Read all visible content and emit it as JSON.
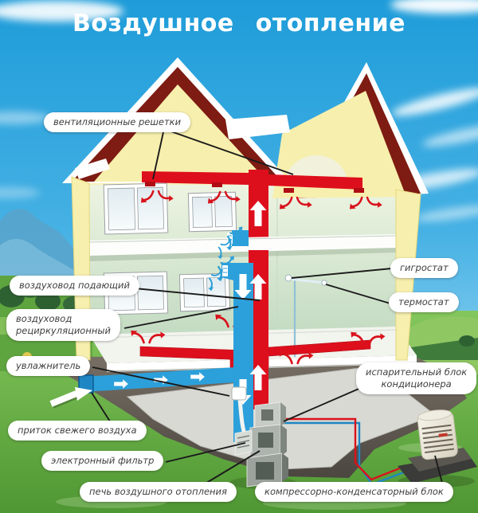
{
  "title": "Воздушное отопление",
  "labels": {
    "vent_grilles": "вентиляционные решетки",
    "supply_duct": "воздуховод подающий",
    "recirculation_duct": "воздуховод\nрециркуляционный",
    "humidifier": "увлажнитель",
    "fresh_air_intake": "приток свежего воздуха",
    "electronic_filter": "электронный фильтр",
    "furnace": "печь воздушного отопления",
    "hygrostat": "гигростат",
    "thermostat": "термостат",
    "evaporator_unit": "испарительный блок\nкондиционера",
    "compressor_unit": "компрессорно-конденсаторный блок"
  },
  "scene": {
    "type": "cutaway-house-air-heating-diagram",
    "colors": {
      "sky": "#1E9CD9",
      "grass": "#6FB24A",
      "roof": "#7E1B12",
      "wall": "#F7EFAD",
      "interior_wall": "#D9E8D0",
      "supply_duct": "#DE0F1D",
      "return_duct": "#2CA0DB",
      "earth": "#5E574F",
      "label_text": "#3F3F3F",
      "leader_line": "#1B1B1B"
    }
  }
}
